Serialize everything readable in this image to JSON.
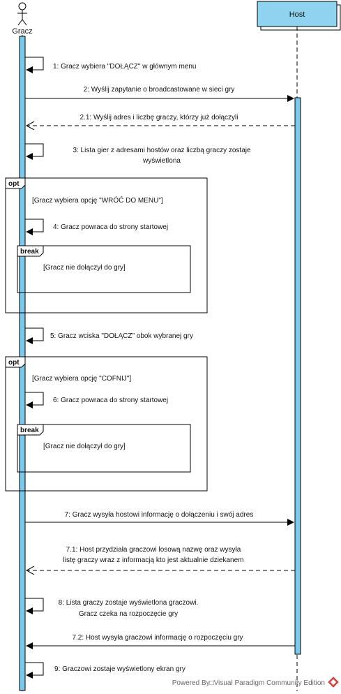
{
  "participants": {
    "actor_name": "Gracz",
    "host_name": "Host"
  },
  "messages": {
    "m1": "1: Gracz wybiera \"DOŁĄCZ\" w głównym menu",
    "m2": "2: Wyślij zapytanie o broadcastowane w sieci gry",
    "m21": "2.1: Wyślij adres i liczbę graczy, którzy już dołączyli",
    "m3_line1": "3: Lista gier z adresami hostów oraz liczbą graczy zostaje",
    "m3_line2": "wyświetlona",
    "m4": "4: Gracz powraca do strony startowej",
    "m5": "5: Gracz wciska \"DOŁĄCZ\" obok wybranej gry",
    "m6": "6: Gracz powraca do strony startowej",
    "m7": "7: Gracz wysyła hostowi informację o dołączeniu i swój adres",
    "m71_line1": "7.1: Host przydziała graczowi losową nazwę oraz wysyła",
    "m71_line2": "listę graczy wraz z informacją kto jest aktualnie dziekanem",
    "m8_line1": "8: Lista graczy zostaje wyświetlona graczowi.",
    "m8_line2": "Gracz czeka na rozpoczęcie gry",
    "m72": "7.2: Host wysyła graczowi informację o rozpoczęciu gry",
    "m9": "9: Graczowi zostaje wyświetlony ekran gry"
  },
  "fragments": {
    "opt1_tag": "opt",
    "opt1_guard": "[Gracz wybiera opcję \"WRÓĆ DO MENU\"]",
    "break1_tag": "break",
    "break1_guard": "[Gracz nie dołączył do gry]",
    "opt2_tag": "opt",
    "opt2_guard": "[Gracz wybiera opcję \"COFNIJ\"]",
    "break2_tag": "break",
    "break2_guard": "[Gracz nie dołączył do gry]"
  },
  "footer": {
    "text": "Powered By□Visual Paradigm Community Edition"
  },
  "colors": {
    "activation_fill": "#7ec8ec",
    "host_box_fill": "#8fd3f0",
    "line": "#000000",
    "return_line": "#000000",
    "logo": "#d9534f"
  }
}
